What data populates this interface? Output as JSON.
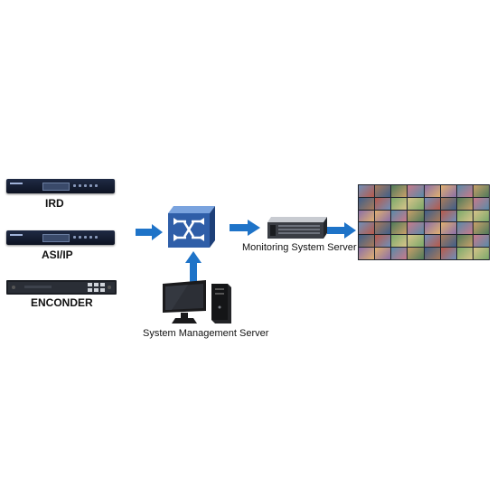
{
  "nodes": {
    "ird": {
      "label": "IRD"
    },
    "asi_ip": {
      "label": "ASI/IP"
    },
    "encoder": {
      "label": "ENCONDER"
    },
    "monitoring_server": {
      "label": "Monitoring System Server"
    },
    "management_server": {
      "label": "System Management Server"
    }
  },
  "colors": {
    "arrow": "#1e73c8",
    "switch": "#2f5ea8",
    "rack": "#121a2e"
  },
  "icons": {
    "switch": "network-switch-icon",
    "server": "rack-server-icon",
    "desktop": "desktop-computer-icon",
    "video_wall": "video-wall-icon"
  }
}
